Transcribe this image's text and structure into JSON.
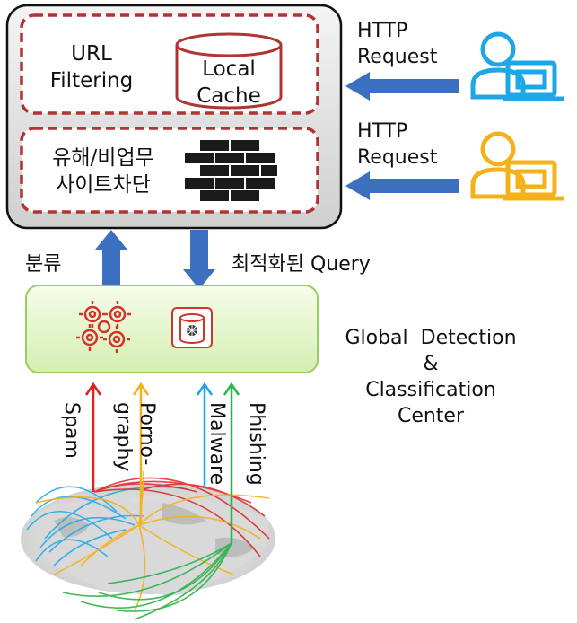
{
  "server": {
    "url_filtering": "URL\nFiltering",
    "local_cache": "Local\nCache",
    "harmful_block": "유해/비업무\n사이트차단"
  },
  "requests": [
    {
      "label": "HTTP\nRequest",
      "user_icon": "user-laptop-icon",
      "color": "#1ea7e6"
    },
    {
      "label": "HTTP\nRequest",
      "user_icon": "user-laptop-icon",
      "color": "#f5b11a"
    }
  ],
  "arrows": {
    "classify": "분류",
    "optimized_query": "최적화된 Query"
  },
  "center": {
    "label": "Global  Detection\n&\nClassification\nCenter",
    "gears_icon": "gears-icon",
    "database_icon": "database-icon"
  },
  "threats": [
    {
      "label": "Spam",
      "color": "#e02020"
    },
    {
      "label": "Porno-\ngraphy",
      "color": "#f5b11a"
    },
    {
      "label": "Malware",
      "color": "#1ea7e6"
    },
    {
      "label": "Phishing",
      "color": "#2db34a"
    }
  ],
  "colors": {
    "dashed_border": "#b03434",
    "arrow_blue": "#3b6fc0",
    "center_green": "#e9f7d6"
  }
}
